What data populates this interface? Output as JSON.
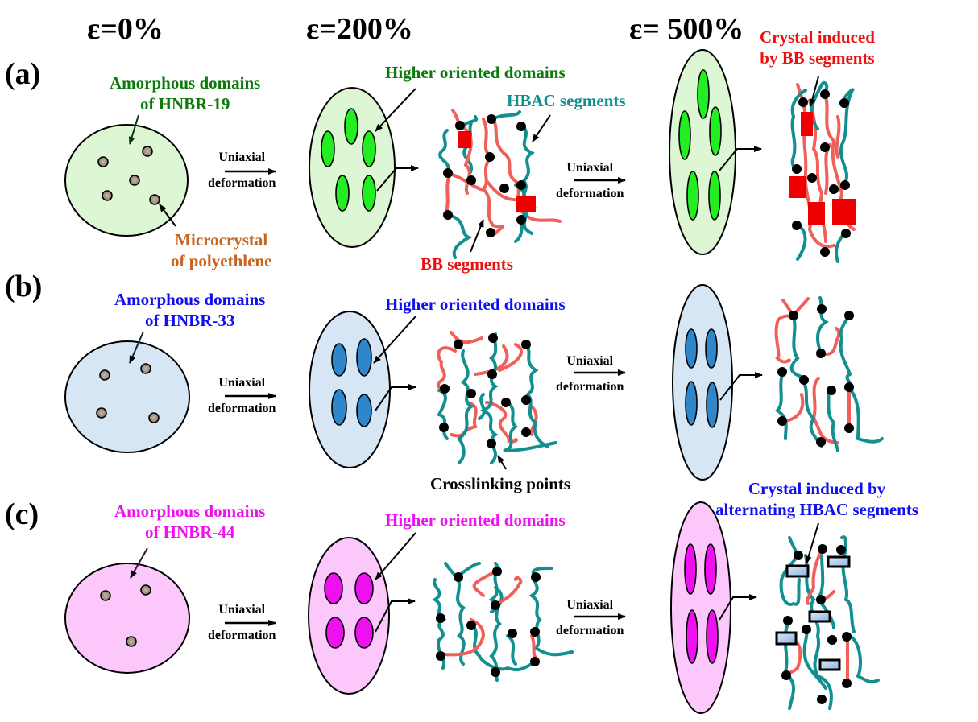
{
  "headers": {
    "strain_0": "ε=0%",
    "strain_200": "ε=200%",
    "strain_500": "ε= 500%"
  },
  "colors": {
    "green_text": "#0a7a0a",
    "green_fill_light": "#ddf7d5",
    "green_domain": "#22ee22",
    "blue_text": "#1010ee",
    "blue_fill_light": "#d6e6f4",
    "blue_domain": "#2f86c8",
    "magenta_text": "#ee10ee",
    "magenta_fill_light": "#fcc8fc",
    "magenta_domain": "#ee10ee",
    "brown_text": "#c8641e",
    "red_text": "#ee1010",
    "teal_chain": "#129090",
    "red_chain": "#f0605a",
    "crystal_red": "#ee0000",
    "crystal_blue": "#aac8ec",
    "microcrystal": "#a89a8a"
  },
  "panels": [
    {
      "id": "a",
      "label": "(a)",
      "amorphous_label_line1": "Amorphous domains",
      "amorphous_label_line2": "of HNBR-19",
      "microcrystal_line1": "Microcrystal",
      "microcrystal_line2": "of polyethlene",
      "oriented_label": "Higher oriented domains",
      "hbac_label": "HBAC segments",
      "bb_label": "BB segments",
      "crystal_label_line1": "Crystal induced",
      "crystal_label_line2": "by BB segments",
      "deformation_1_line1": "Uniaxial",
      "deformation_1_line2": "deformation",
      "deformation_2_line1": "Uniaxial",
      "deformation_2_line2": "deformation"
    },
    {
      "id": "b",
      "label": "(b)",
      "amorphous_label_line1": "Amorphous domains",
      "amorphous_label_line2": "of HNBR-33",
      "oriented_label": "Higher oriented domains",
      "crosslink_label": "Crosslinking points",
      "deformation_1_line1": "Uniaxial",
      "deformation_1_line2": "deformation",
      "deformation_2_line1": "Uniaxial",
      "deformation_2_line2": "deformation"
    },
    {
      "id": "c",
      "label": "(c)",
      "amorphous_label_line1": "Amorphous domains",
      "amorphous_label_line2": "of HNBR-44",
      "oriented_label": "Higher oriented domains",
      "crystal_label_line1": "Crystal induced by",
      "crystal_label_line2": "alternating HBAC segments",
      "deformation_1_line1": "Uniaxial",
      "deformation_1_line2": "deformation",
      "deformation_2_line1": "Uniaxial",
      "deformation_2_line2": "deformation"
    }
  ]
}
